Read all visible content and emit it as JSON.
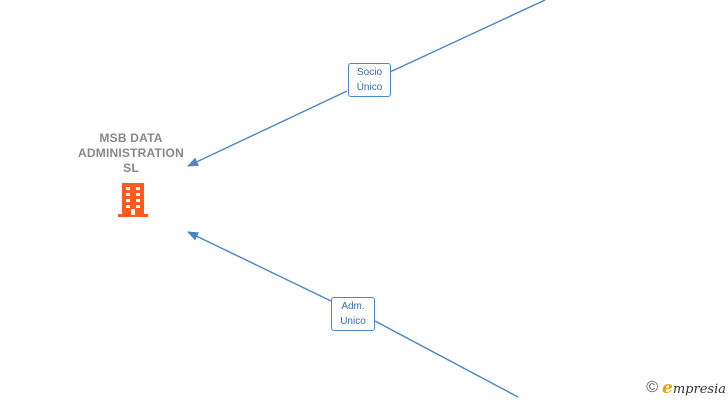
{
  "company": {
    "name_lines": [
      "MSB DATA",
      "ADMINISTRATION",
      "SL"
    ],
    "icon": "building-icon",
    "icon_color": "#ff5a1f"
  },
  "edges": [
    {
      "label_lines": [
        "Socio",
        "Único"
      ]
    },
    {
      "label_lines": [
        "Adm.",
        "Unico"
      ]
    }
  ],
  "watermark": {
    "copyright": "©",
    "brand_initial": "e",
    "brand_rest": "mpresia"
  },
  "colors": {
    "edge": "#4a86c5",
    "label_text": "#3a6ea5",
    "company_text": "#888888",
    "brand_accent": "#e8a21a"
  }
}
